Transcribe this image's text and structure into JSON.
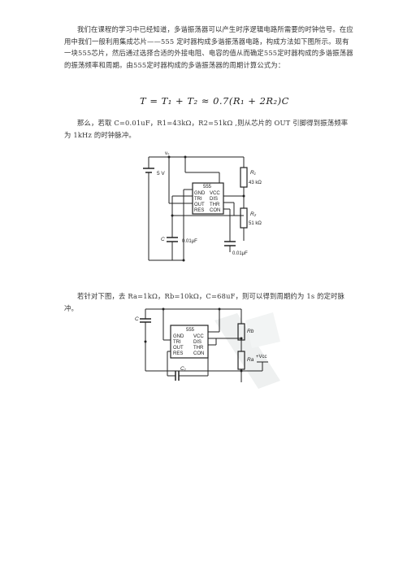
{
  "paragraphs": {
    "p1": "我们在课程的学习中已经知道，多谐振荡器可以产生时序逻辑电路所需要的时钟信号。在应用中我们一般利用集成芯片——555 定时器构成多谐振荡器电路，构成方法如下图所示。现有一块555芯片，然后通过选择合适的外接电阻、电容的值从而确定555定时器构成的多谐振荡器的振荡频率和周期。由555定时器构成的多谐振荡器的周期计算公式为：",
    "formula": "T = T₁ + T₂ ≈ 0.7(R₁ + 2R₂)C",
    "p2": "那么，若取 C=0.01uF，R1=43kΩ，R2=51kΩ ,则从芯片的 OUT 引脚得到振荡频率为 1kHz 的时钟脉冲。",
    "p3": "若针对下图，去 Ra=1kΩ，Rb=10kΩ，C=68uF，则可以得到周期约为 1s 的定时脉冲。"
  },
  "circuit1": {
    "supply_label": "v₀",
    "battery_label": "5 V",
    "chip_title": "555",
    "pins_left": [
      "GND",
      "TRI",
      "OUT",
      "RES"
    ],
    "pins_right": [
      "VCC",
      "DIS",
      "THR",
      "CON"
    ],
    "r1_label": "R₁",
    "r1_value": "43 kΩ",
    "r2_label": "R₂",
    "r2_value": "51 kΩ",
    "c_label": "C",
    "c_value": "0.01μF",
    "c2_value": "0.01μF"
  },
  "circuit2": {
    "chip_title": "555",
    "pins_left": [
      "GND",
      "TRI",
      "OUT",
      "RES"
    ],
    "pins_right": [
      "VCC",
      "DIS",
      "THR",
      "CON"
    ],
    "c_label": "C",
    "c1_label": "C₁",
    "rb_label": "Rb",
    "ra_label": "Ra",
    "vcc_label": "+Vcc"
  }
}
